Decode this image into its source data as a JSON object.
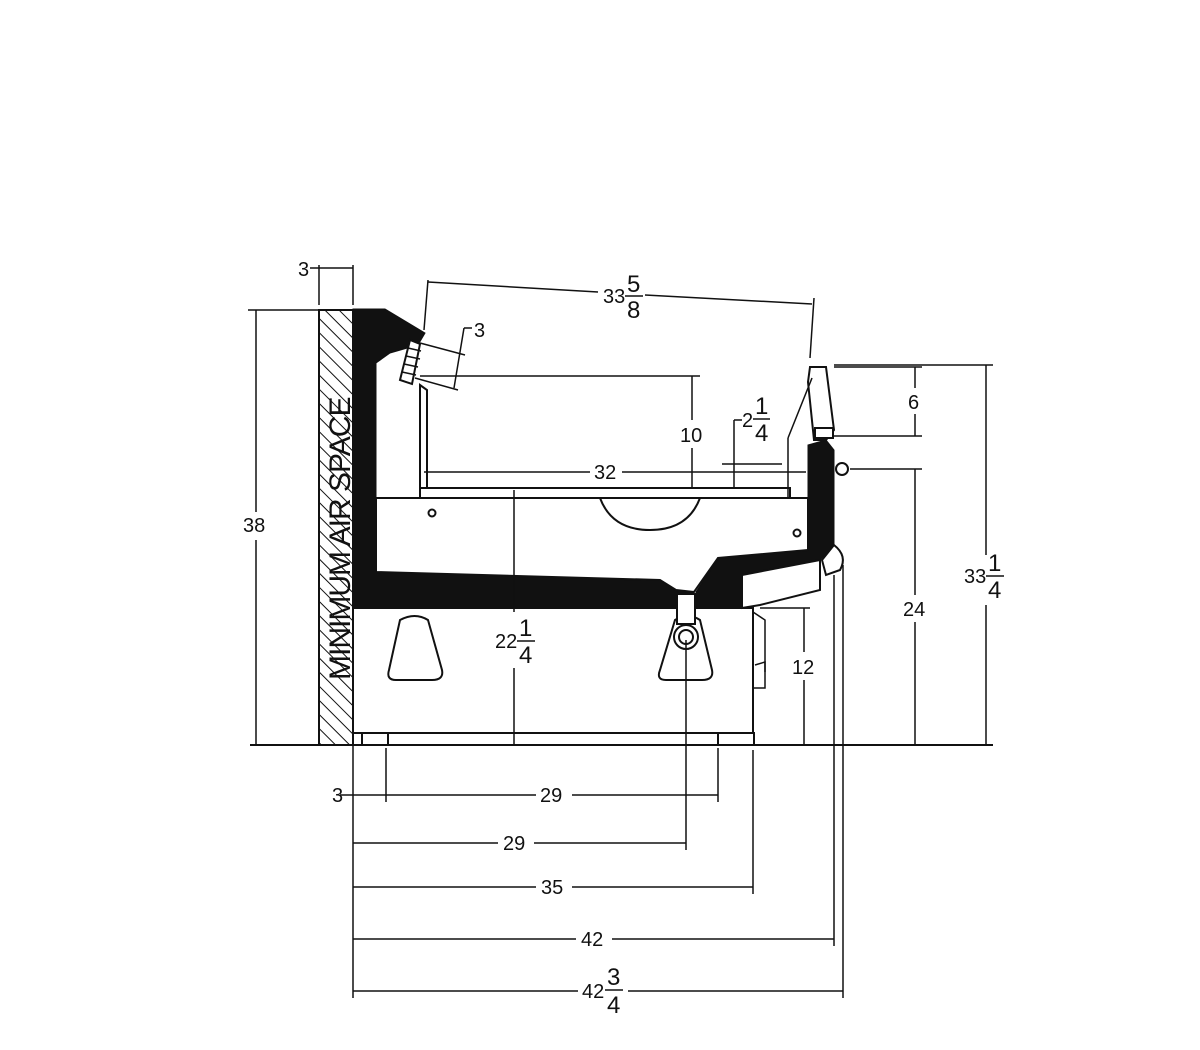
{
  "wall": {
    "label": "MINIMUM AIR SPACE"
  },
  "dimensions": {
    "wall_gap": "3",
    "overall_height": "38",
    "top_span_whole": "33",
    "top_span_num": "5",
    "top_span_den": "8",
    "splash_angle": "3",
    "pan_depth": "10",
    "rear_offset_whole": "2",
    "rear_offset_num": "1",
    "rear_offset_den": "4",
    "cook_width": "32",
    "flue_height": "6",
    "cook_height": "24",
    "total_height_whole": "33",
    "total_height_num": "1",
    "total_height_den": "4",
    "leg_clearance": "12",
    "drain_height_whole": "22",
    "drain_height_num": "1",
    "drain_height_den": "4",
    "leg_offset": "3",
    "leg_spacing": "29",
    "drain_location": "29",
    "body_depth": "35",
    "overall_depth": "42",
    "overall_depth_max_whole": "42",
    "overall_depth_max_num": "3",
    "overall_depth_max_den": "4"
  }
}
